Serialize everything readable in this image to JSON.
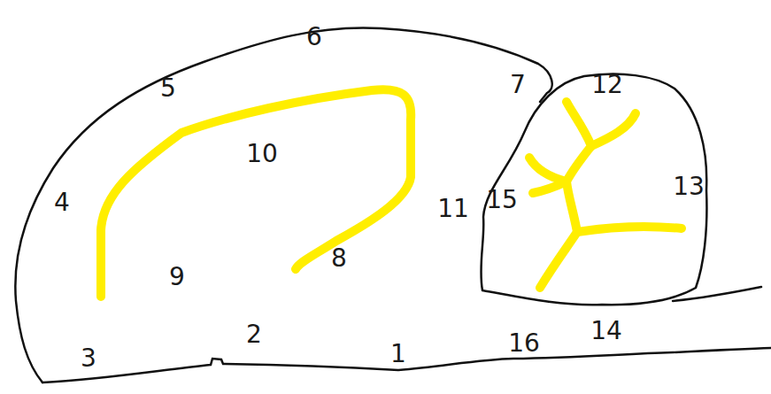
{
  "diagram": {
    "labels": [
      "6",
      "5",
      "7",
      "12",
      "10",
      "4",
      "11",
      "15",
      "13",
      "9",
      "8",
      "3",
      "2",
      "1",
      "16",
      "14"
    ]
  }
}
